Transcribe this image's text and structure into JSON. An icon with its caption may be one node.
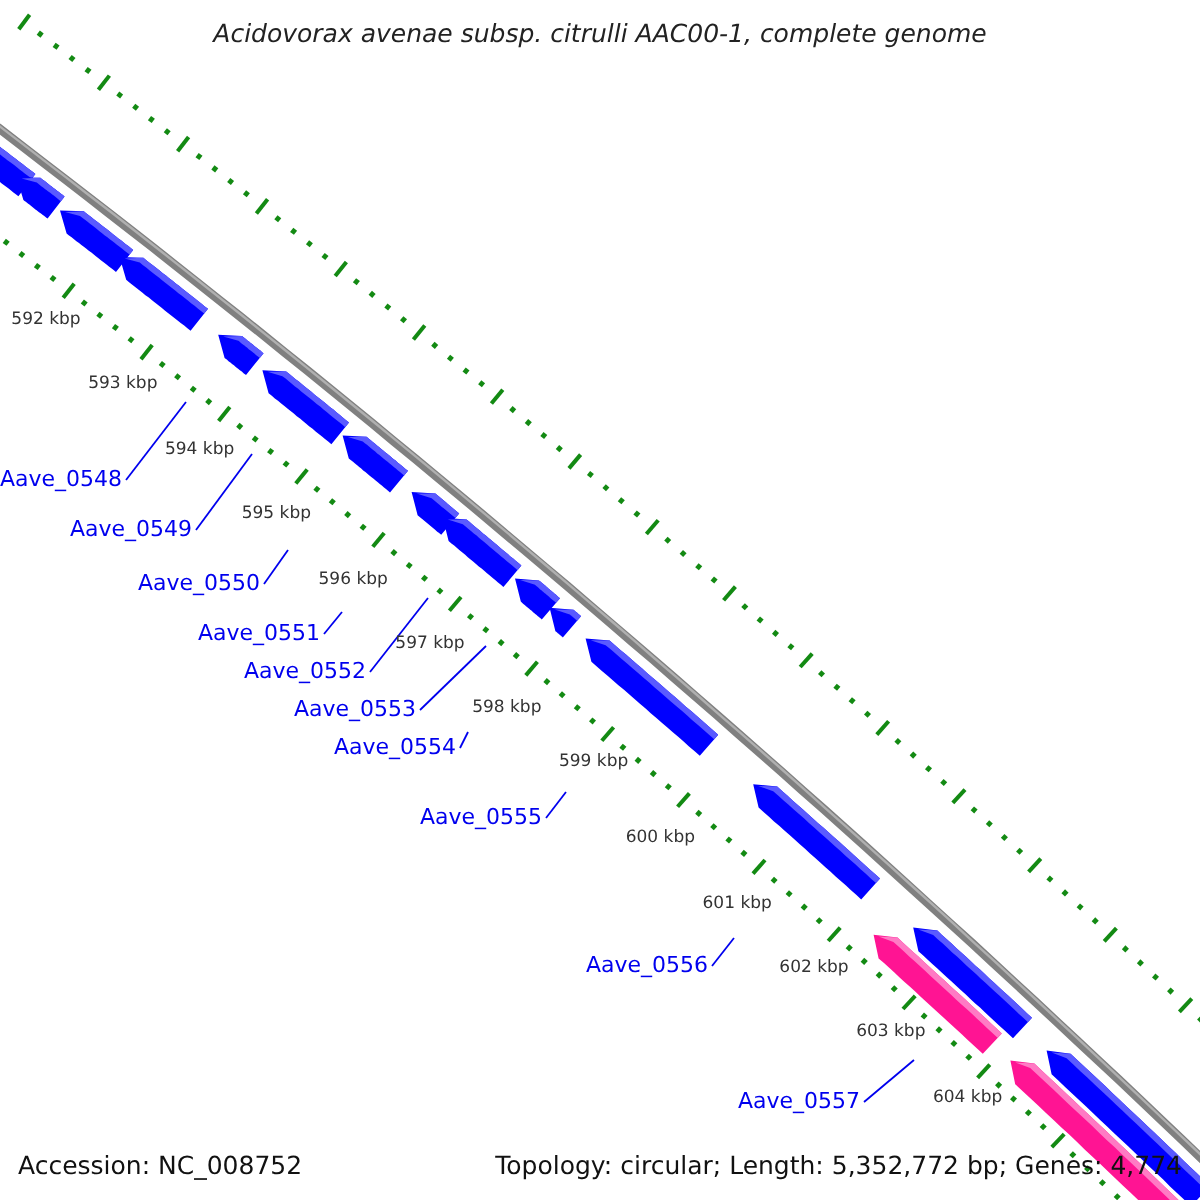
{
  "diagram": {
    "title": "Acidovorax avenae subsp. citrulli AAC00-1, complete genome",
    "nodes": [
      {
        "text": [
          "Aave_0548"
        ]
      },
      {
        "text": [
          "Aave_0549"
        ]
      },
      {
        "text": [
          "Aave_0550"
        ]
      },
      {
        "text": [
          "Aave_0551"
        ]
      },
      {
        "text": [
          "Aave_0552"
        ]
      },
      {
        "text": [
          "Aave_0553"
        ]
      },
      {
        "text": [
          "Aave_0554"
        ]
      },
      {
        "text": [
          "Aave_0555"
        ]
      },
      {
        "text": [
          "Aave_0556"
        ]
      },
      {
        "text": [
          "Aave_0557"
        ]
      }
    ],
    "edges": [
      {
        "from": 0,
        "to": null,
        "arrow": "none"
      },
      {
        "from": 1,
        "to": null,
        "arrow": "none"
      },
      {
        "from": 2,
        "to": null,
        "arrow": "none"
      },
      {
        "from": 3,
        "to": null,
        "arrow": "none"
      },
      {
        "from": 4,
        "to": null,
        "arrow": "none"
      },
      {
        "from": 5,
        "to": null,
        "arrow": "none"
      },
      {
        "from": 6,
        "to": null,
        "arrow": "none"
      },
      {
        "from": 7,
        "to": null,
        "arrow": "none"
      },
      {
        "from": 8,
        "to": null,
        "arrow": "none"
      },
      {
        "from": 9,
        "to": null,
        "arrow": "none"
      }
    ],
    "labels": [
      "592 kbp",
      "593 kbp",
      "594 kbp",
      "595 kbp",
      "596 kbp",
      "597 kbp",
      "598 kbp",
      "599 kbp",
      "600 kbp",
      "601 kbp",
      "602 kbp",
      "603 kbp",
      "604 kbp",
      "Accession: NC_008752",
      "Topology: circular; Length: 5,352,772 bp; Genes: 4,774"
    ]
  }
}
